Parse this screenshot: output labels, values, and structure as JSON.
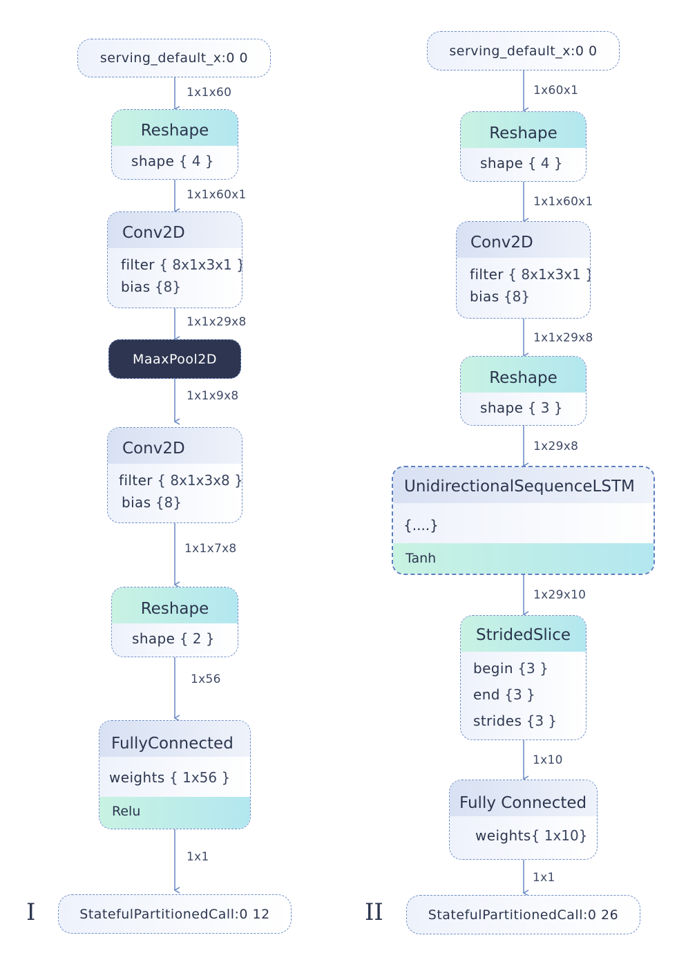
{
  "panel_left": {
    "roman": "I",
    "input": "serving_default_x:0 0",
    "e1": "1x1x60",
    "reshape1": {
      "title": "Reshape",
      "key": "shape",
      "val": "{ 4 }"
    },
    "e2": "1x1x60x1",
    "conv1": {
      "title": "Conv2D",
      "filter_key": "filter",
      "filter_val": "{ 8x1x3x1 }",
      "bias_key": "bias",
      "bias_val": "{8}"
    },
    "e3": "1x1x29x8",
    "pool": "MaaxPool2D",
    "e4": "1x1x9x8",
    "conv2": {
      "title": "Conv2D",
      "filter_key": "filter",
      "filter_val": "{ 8x1x3x8 }",
      "bias_key": "bias",
      "bias_val": "{8}"
    },
    "e5": "1x1x7x8",
    "reshape2": {
      "title": "Reshape",
      "key": "shape",
      "val": "{ 2 }"
    },
    "e6": "1x56",
    "fc": {
      "title": "FullyConnected",
      "key": "weights",
      "val": "{ 1x56 }",
      "activation": "Relu"
    },
    "e7": "1x1",
    "output": "StatefulPartitionedCall:0 12"
  },
  "panel_right": {
    "roman": "II",
    "input": "serving_default_x:0 0",
    "e1": "1x60x1",
    "reshape1": {
      "title": "Reshape",
      "key": "shape",
      "val": "{ 4 }"
    },
    "e2": "1x1x60x1",
    "conv1": {
      "title": "Conv2D",
      "filter_key": "filter",
      "filter_val": "{ 8x1x3x1 }",
      "bias_key": "bias",
      "bias_val": "{8}"
    },
    "e3": "1x1x29x8",
    "reshape2": {
      "title": "Reshape",
      "key": "shape",
      "val": "{ 3 }"
    },
    "e4": "1x29x8",
    "lstm": {
      "title": "UnidirectionalSequenceLSTM",
      "body": "{....}",
      "activation": "Tanh"
    },
    "e5": "1x29x10",
    "slice": {
      "title": "StridedSlice",
      "begin_key": "begin",
      "begin_val": "{3 }",
      "end_key": "end",
      "end_val": "{3 }",
      "strides_key": "strides",
      "strides_val": "{3 }"
    },
    "e6": "1x10",
    "fc": {
      "title": "Fully Connected",
      "key": "weights",
      "val": "{ 1x10}"
    },
    "e7": "1x1",
    "output": "StatefulPartitionedCall:0 26"
  },
  "colors": {
    "edge": "#6f8ec7",
    "dark_node": "#2e3550",
    "teal": "#c8f2e2",
    "text": "#2b354d"
  }
}
